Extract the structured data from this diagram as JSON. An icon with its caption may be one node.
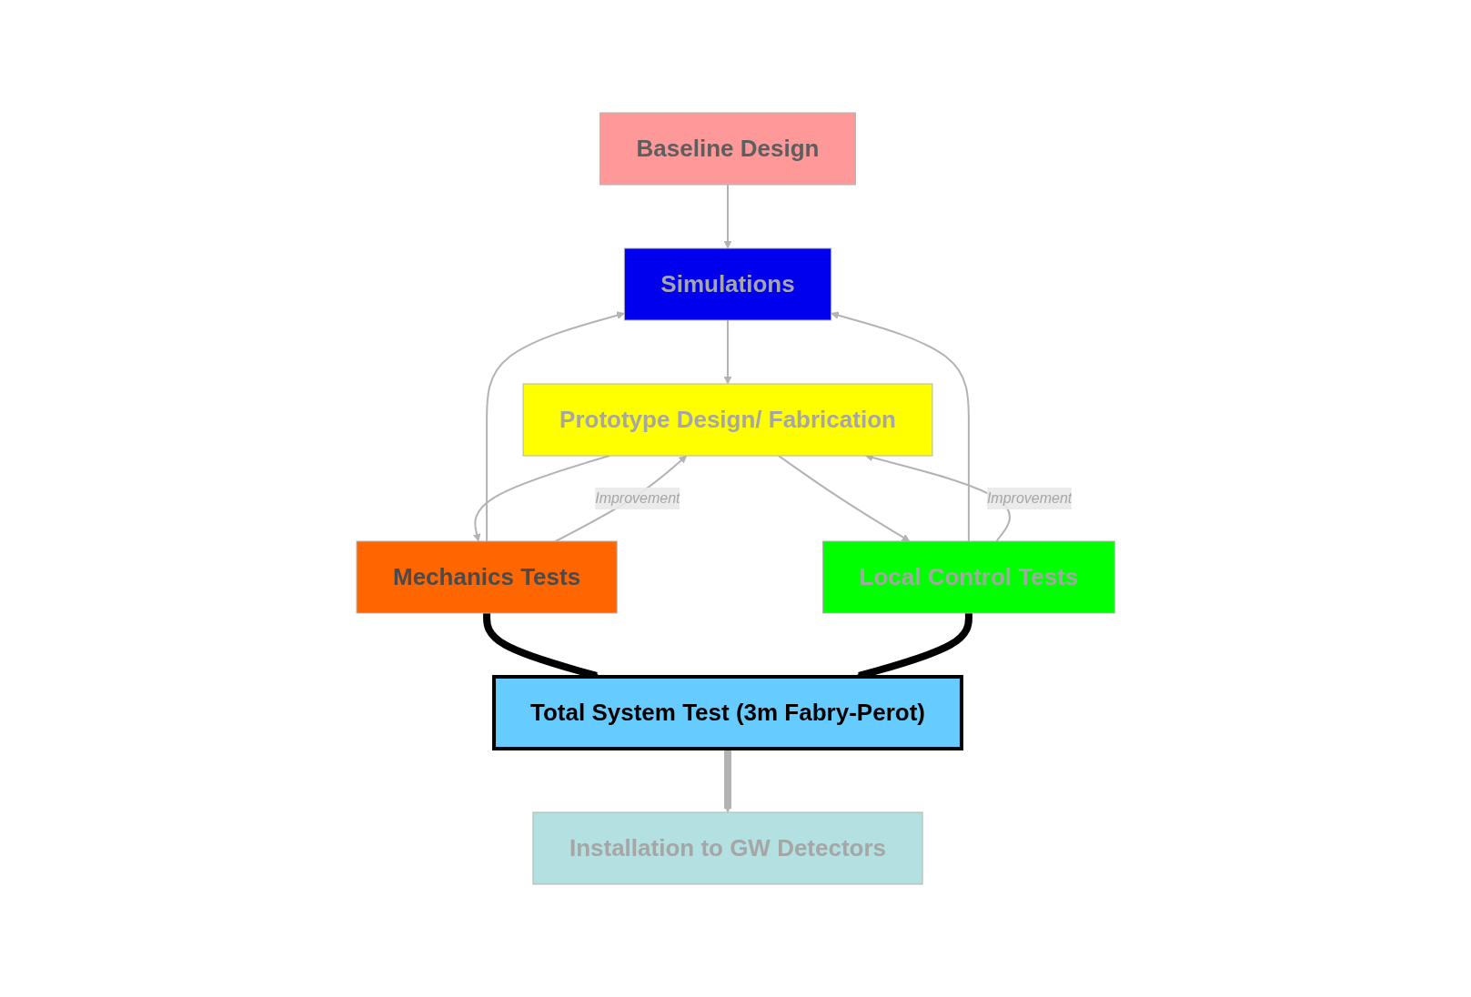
{
  "diagram": {
    "nodes": [
      {
        "text": [
          "Baseline Design"
        ]
      },
      {
        "text": [
          "Simulations"
        ]
      },
      {
        "text": [
          "Prototype Design/ Fabrication"
        ]
      },
      {
        "text": [
          "Mechanics Tests"
        ]
      },
      {
        "text": [
          "Local Control Tests"
        ]
      },
      {
        "text": [
          "Total System Test (3m Fabry-Perot)"
        ]
      },
      {
        "text": [
          "Installation to GW Detectors"
        ]
      }
    ],
    "edges": [
      {
        "from": 0,
        "to": 1,
        "arrow": "to"
      },
      {
        "from": 1,
        "to": 2,
        "arrow": "to"
      },
      {
        "from": 2,
        "to": 3,
        "arrow": "to"
      },
      {
        "from": 2,
        "to": 4,
        "arrow": "to"
      },
      {
        "from": 3,
        "to": 1,
        "arrow": "to"
      },
      {
        "from": 3,
        "to": 2,
        "arrow": "to",
        "label": "Improvement"
      },
      {
        "from": 4,
        "to": 1,
        "arrow": "to"
      },
      {
        "from": 4,
        "to": 2,
        "arrow": "to",
        "label": "Improvement"
      },
      {
        "from": 3,
        "to": 5,
        "arrow": "to",
        "style": "thick",
        "color": "#000000"
      },
      {
        "from": 4,
        "to": 5,
        "arrow": "to",
        "style": "thick",
        "color": "#000000"
      },
      {
        "from": 5,
        "to": 6,
        "arrow": "to",
        "style": "thick"
      }
    ]
  }
}
